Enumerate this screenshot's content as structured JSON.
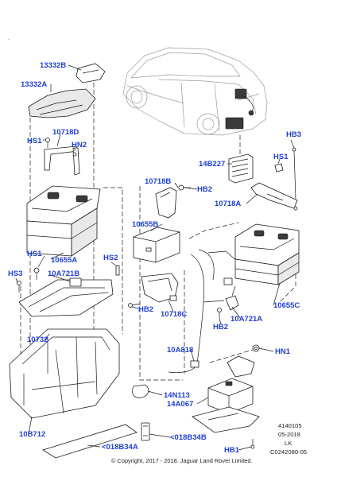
{
  "labels": {
    "l13332B": "13332B",
    "l13332A": "13332A",
    "l10718D": "10718D",
    "lHS1a": "HS1",
    "lHN2": "HN2",
    "lHB3": "HB3",
    "lHS1b": "HS1",
    "l14B227": "14B227",
    "l10718B": "10718B",
    "lHB2a": "HB2",
    "l10718A": "10718A",
    "l10655B": "10655B",
    "lHS1c": "HS1",
    "l10655A": "10655A",
    "lHS2": "HS2",
    "lHS3": "HS3",
    "l10A721B": "10A721B",
    "lHB2b": "HB2",
    "l10718C": "10718C",
    "l10655C": "10655C",
    "lHB2c": "HB2",
    "l10A721A": "10A721A",
    "l10732": "10732",
    "l10A818": "10A818",
    "lHN1": "HN1",
    "l14N113": "14N113",
    "l14A067": "14A067",
    "l10B712": "10B712",
    "l018B34B": "<018B34B",
    "l018B34A": "<018B34A",
    "lHB1": "HB1"
  },
  "meta": {
    "ref1": "4140105",
    "ref2": "05-2018",
    "ref3": "LK",
    "ref4": "C0242080-05"
  },
  "copyright": "© Copyright, 2017 - 2018. Jaguar Land Rover Limited.",
  "decor_mark": "."
}
